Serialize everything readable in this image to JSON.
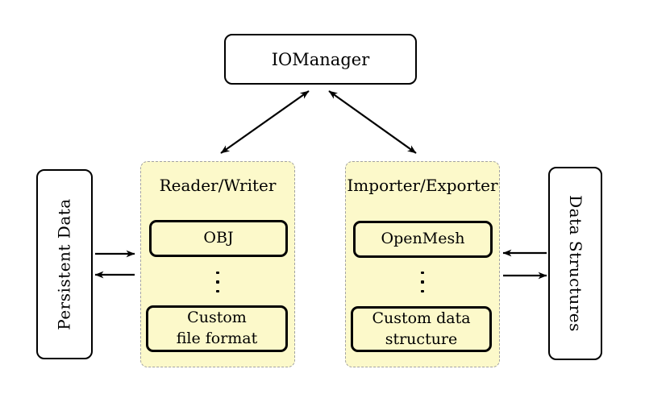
{
  "nodes": {
    "iomanager": {
      "label": "IOManager"
    },
    "persistent_data": {
      "label": "Persistent Data"
    },
    "data_structures": {
      "label": "Data Structures"
    }
  },
  "groups": {
    "reader_writer": {
      "label": "Reader/Writer",
      "items": [
        "OBJ",
        "Custom\nfile format"
      ],
      "ellipsis_icon": "vertical-ellipsis"
    },
    "importer_exporter": {
      "label": "Importer/Exporter",
      "items": [
        "OpenMesh",
        "Custom data\nstructure"
      ],
      "ellipsis_icon": "vertical-ellipsis"
    }
  },
  "edges": [
    {
      "from": "iomanager",
      "to": "reader_writer",
      "direction": "bidirectional"
    },
    {
      "from": "iomanager",
      "to": "importer_exporter",
      "direction": "bidirectional"
    },
    {
      "from": "persistent_data",
      "to": "reader_writer",
      "direction": "forward"
    },
    {
      "from": "reader_writer",
      "to": "persistent_data",
      "direction": "forward"
    },
    {
      "from": "data_structures",
      "to": "importer_exporter",
      "direction": "forward"
    },
    {
      "from": "importer_exporter",
      "to": "data_structures",
      "direction": "forward"
    }
  ],
  "colors": {
    "background": "#FFFFFF",
    "group_fill": "#FCF9CA",
    "group_border": "#A3A3A3",
    "node_border": "#000000",
    "arrow": "#000000",
    "text": "#000000"
  }
}
